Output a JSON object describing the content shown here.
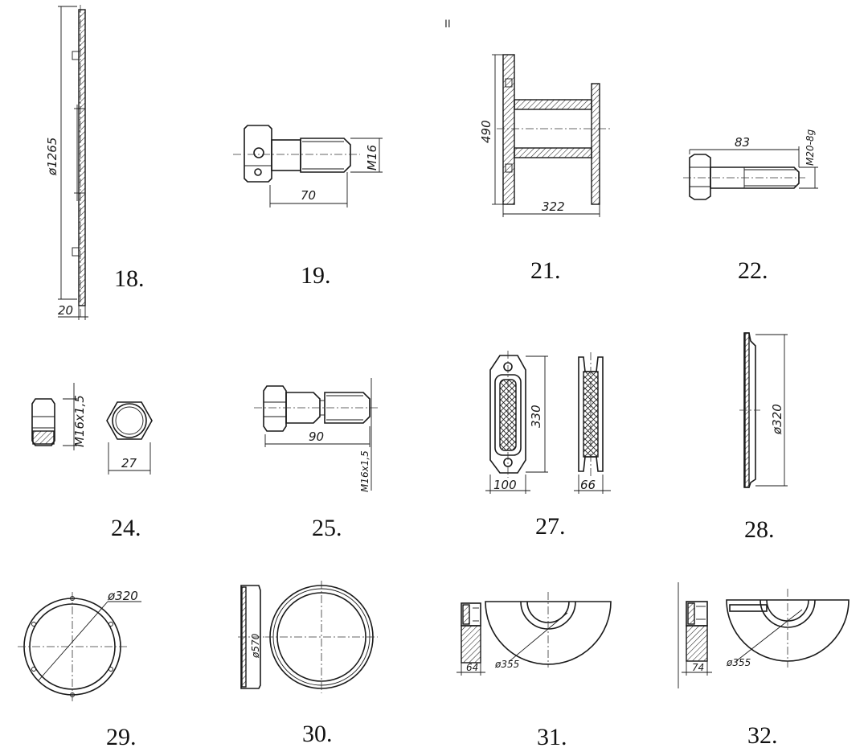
{
  "sheet_mark": "II",
  "parts": [
    {
      "id": "18",
      "label": "18.",
      "dims": [
        "ø1265",
        "20"
      ]
    },
    {
      "id": "19",
      "label": "19.",
      "dims": [
        "M16",
        "70"
      ]
    },
    {
      "id": "21",
      "label": "21.",
      "dims": [
        "490",
        "322"
      ]
    },
    {
      "id": "22",
      "label": "22.",
      "dims": [
        "83",
        "M20-8g"
      ]
    },
    {
      "id": "24",
      "label": "24.",
      "dims": [
        "M16x1,5",
        "27"
      ]
    },
    {
      "id": "25",
      "label": "25.",
      "dims": [
        "90",
        "M16x1,5"
      ]
    },
    {
      "id": "27",
      "label": "27.",
      "dims": [
        "330",
        "100",
        "66"
      ]
    },
    {
      "id": "28",
      "label": "28.",
      "dims": [
        "ø320"
      ]
    },
    {
      "id": "29",
      "label": "29.",
      "dims": [
        "ø320"
      ]
    },
    {
      "id": "30",
      "label": "30.",
      "dims": [
        "ø570"
      ]
    },
    {
      "id": "31",
      "label": "31.",
      "dims": [
        "64",
        "ø355"
      ]
    },
    {
      "id": "32",
      "label": "32.",
      "dims": [
        "74",
        "ø355"
      ]
    }
  ]
}
